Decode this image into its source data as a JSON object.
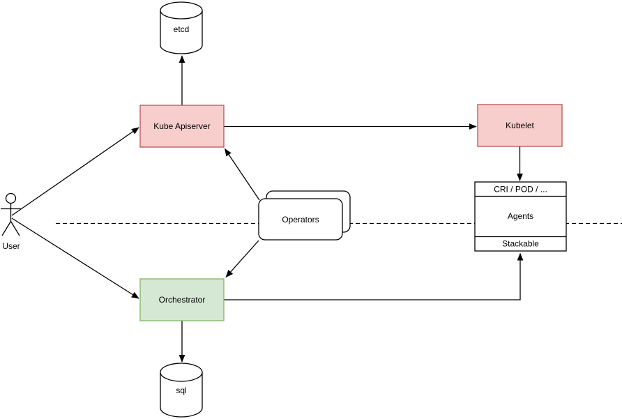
{
  "diagram": {
    "description": "Kubernetes-style architecture diagram with user, control plane and node components",
    "colors": {
      "background": "#ffffff",
      "pink_fill": "#f8cecc",
      "pink_stroke": "#b85450",
      "green_fill": "#d5e8d4",
      "green_stroke": "#82b366",
      "plain_fill": "#ffffff",
      "line": "#000000"
    },
    "nodes": {
      "etcd": {
        "label": "etcd",
        "shape": "database-cylinder"
      },
      "kube_apiserver": {
        "label": "Kube Apiserver",
        "shape": "rectangle",
        "fill": "#f8cecc"
      },
      "kubelet": {
        "label": "Kubelet",
        "shape": "rectangle",
        "fill": "#f8cecc"
      },
      "operators": {
        "label": "Operators",
        "shape": "stacked-rounded-rectangles"
      },
      "orchestrator": {
        "label": "Orchestrator",
        "shape": "rectangle",
        "fill": "#d5e8d4"
      },
      "sql": {
        "label": "sql",
        "shape": "database-cylinder"
      },
      "user": {
        "label": "User",
        "shape": "actor-stick-figure"
      },
      "node_stack": {
        "shape": "partitioned-rectangle",
        "header": "CRI / POD / ...",
        "body": "Agents",
        "footer": "Stackable"
      }
    },
    "edges": [
      {
        "from": "User",
        "to": "Kube Apiserver",
        "type": "arrow"
      },
      {
        "from": "User",
        "to": "Orchestrator",
        "type": "arrow"
      },
      {
        "from": "Kube Apiserver",
        "to": "etcd",
        "type": "arrow"
      },
      {
        "from": "Kube Apiserver",
        "to": "Kubelet",
        "type": "arrow"
      },
      {
        "from": "Kubelet",
        "to": "CRI / POD / ...",
        "type": "arrow"
      },
      {
        "from": "Operators",
        "to": "Kube Apiserver",
        "type": "arrow"
      },
      {
        "from": "Operators",
        "to": "Orchestrator",
        "type": "arrow"
      },
      {
        "from": "Orchestrator",
        "to": "sql",
        "type": "arrow"
      },
      {
        "from": "Orchestrator",
        "to": "Stackable",
        "type": "arrow"
      },
      {
        "type": "dashed-separator",
        "orientation": "horizontal"
      }
    ]
  }
}
